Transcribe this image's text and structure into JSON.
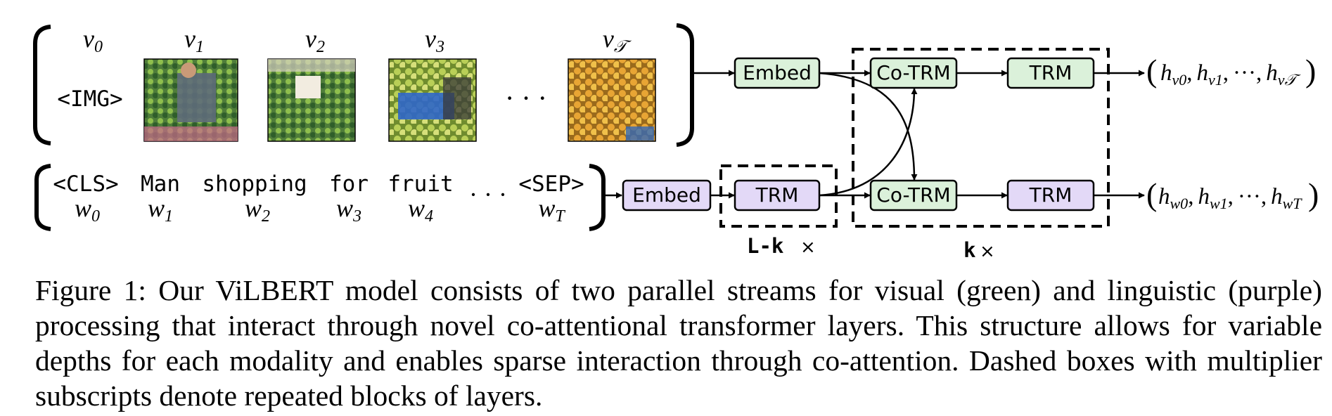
{
  "visual": {
    "token_label": "<IMG>",
    "vars": [
      {
        "base": "v",
        "sub": "0"
      },
      {
        "base": "v",
        "sub": "1"
      },
      {
        "base": "v",
        "sub": "2"
      },
      {
        "base": "v",
        "sub": "3"
      },
      {
        "base": "v",
        "sub": "𝒯"
      }
    ],
    "ellipsis": "· · ·",
    "embed_label": "Embed",
    "cotrm_label": "Co-TRM",
    "trm_label": "TRM",
    "output": {
      "open": "(",
      "close": ")",
      "base": "h",
      "subs": [
        "v0",
        "v1",
        "v𝒯"
      ],
      "sep": ",",
      "dots": "···"
    }
  },
  "linguistic": {
    "tokens": [
      "<CLS>",
      "Man",
      "shopping",
      "for",
      "fruit",
      "<SEP>"
    ],
    "vars": [
      {
        "base": "w",
        "sub": "0"
      },
      {
        "base": "w",
        "sub": "1"
      },
      {
        "base": "w",
        "sub": "2"
      },
      {
        "base": "w",
        "sub": "3"
      },
      {
        "base": "w",
        "sub": "4"
      },
      {
        "base": "w",
        "sub": "T"
      }
    ],
    "ellipsis": "· · ·",
    "embed_label": "Embed",
    "trm_label": "TRM",
    "cotrm_label": "Co-TRM",
    "trm2_label": "TRM",
    "output": {
      "open": "(",
      "close": ")",
      "base": "h",
      "subs": [
        "w0",
        "w1",
        "wT"
      ],
      "sep": ",",
      "dots": "···"
    }
  },
  "multipliers": {
    "lk": "L-k",
    "k": "k",
    "times": "×"
  },
  "colors": {
    "visual_fill": "#dbf1da",
    "linguistic_fill": "#e3d9f7",
    "stroke": "#000000"
  },
  "caption": "Figure 1: Our ViLBERT model consists of two parallel streams for visual (green) and linguistic (purple) processing that interact through novel co-attentional transformer layers. This structure allows for variable depths for each modality and enables sparse interaction through co-attention. Dashed boxes with multiplier subscripts denote repeated blocks of layers."
}
